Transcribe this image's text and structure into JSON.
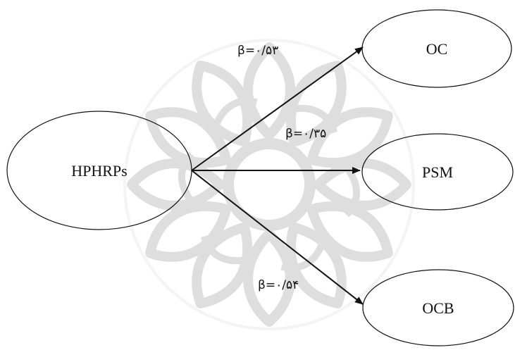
{
  "nodes": {
    "source": {
      "label": "HPHRPs"
    },
    "oc": {
      "label": "OC"
    },
    "psm": {
      "label": "PSM"
    },
    "ocb": {
      "label": "OCB"
    }
  },
  "paths": {
    "oc": {
      "coefficient": "β=۰/۵۳"
    },
    "psm": {
      "coefficient": "β=۰/۳۵"
    },
    "ocb": {
      "coefficient": "β=۰/۵۴"
    }
  },
  "colors": {
    "stroke": "#111111",
    "background": "#ffffff",
    "watermark": "#9a9a9a"
  }
}
